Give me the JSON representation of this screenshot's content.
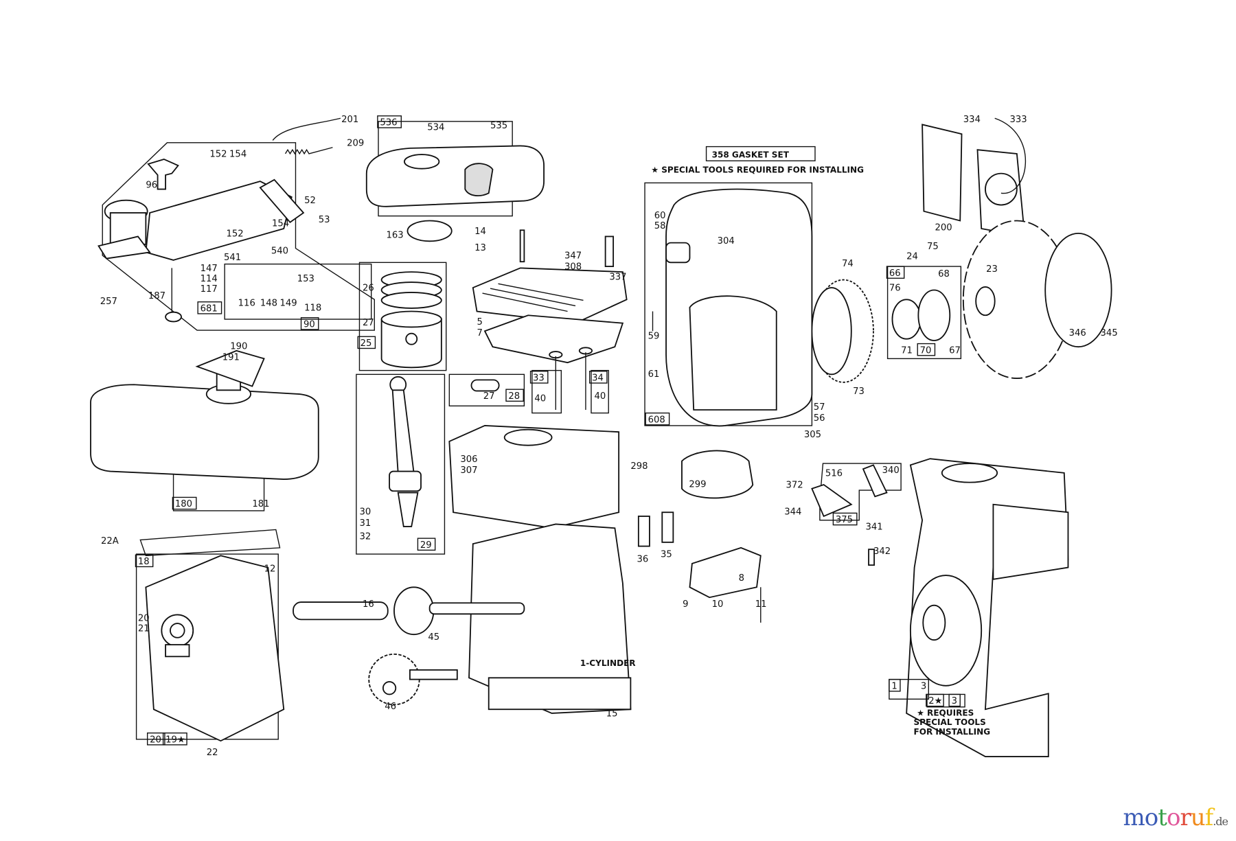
{
  "diagram": {
    "gasket_set": "358 GASKET SET",
    "special_tools_note": "★ SPECIAL TOOLS  REQUIRED FOR INSTALLING",
    "cylinder_label": "1-CYLINDER",
    "requires_note": [
      "★ REQUIRES",
      "SPECIAL TOOLS",
      "FOR INSTALLING"
    ],
    "callouts": [
      "201",
      "209",
      "534",
      "535",
      "152",
      "154",
      "96",
      "52",
      "53",
      "152",
      "154",
      "540",
      "541",
      "153",
      "147",
      "114",
      "117",
      "116",
      "148",
      "149",
      "118",
      "257",
      "187",
      "163",
      "14",
      "13",
      "347",
      "308",
      "337",
      "26",
      "27",
      "5",
      "7",
      "27",
      "40",
      "40",
      "30",
      "31",
      "32",
      "306",
      "307",
      "298",
      "299",
      "36",
      "35",
      "8",
      "9",
      "10",
      "11",
      "60",
      "58",
      "304",
      "59",
      "61",
      "57",
      "56",
      "73",
      "74",
      "305",
      "334",
      "333",
      "200",
      "75",
      "24",
      "23",
      "68",
      "76",
      "71",
      "67",
      "346",
      "345",
      "516",
      "340",
      "372",
      "344",
      "341",
      "342",
      "181",
      "190",
      "191",
      "22A",
      "12",
      "16",
      "20",
      "21",
      "45",
      "46",
      "15",
      "3",
      "22"
    ],
    "boxed_callouts": [
      "536",
      "681",
      "90",
      "25",
      "33",
      "34",
      "28",
      "29",
      "608",
      "66",
      "70",
      "375",
      "180",
      "18",
      "1",
      "2★",
      "3",
      "20",
      "19★"
    ]
  },
  "watermark": {
    "text": "motoruf",
    "suffix": ".de",
    "letters": [
      "m",
      "o",
      "t",
      "o",
      "r",
      "u",
      "f"
    ],
    "colors": [
      "#3b5bb5",
      "#3b5bb5",
      "#3aa04a",
      "#e0569a",
      "#e04a3a",
      "#f08a1c",
      "#f2c21c"
    ]
  }
}
